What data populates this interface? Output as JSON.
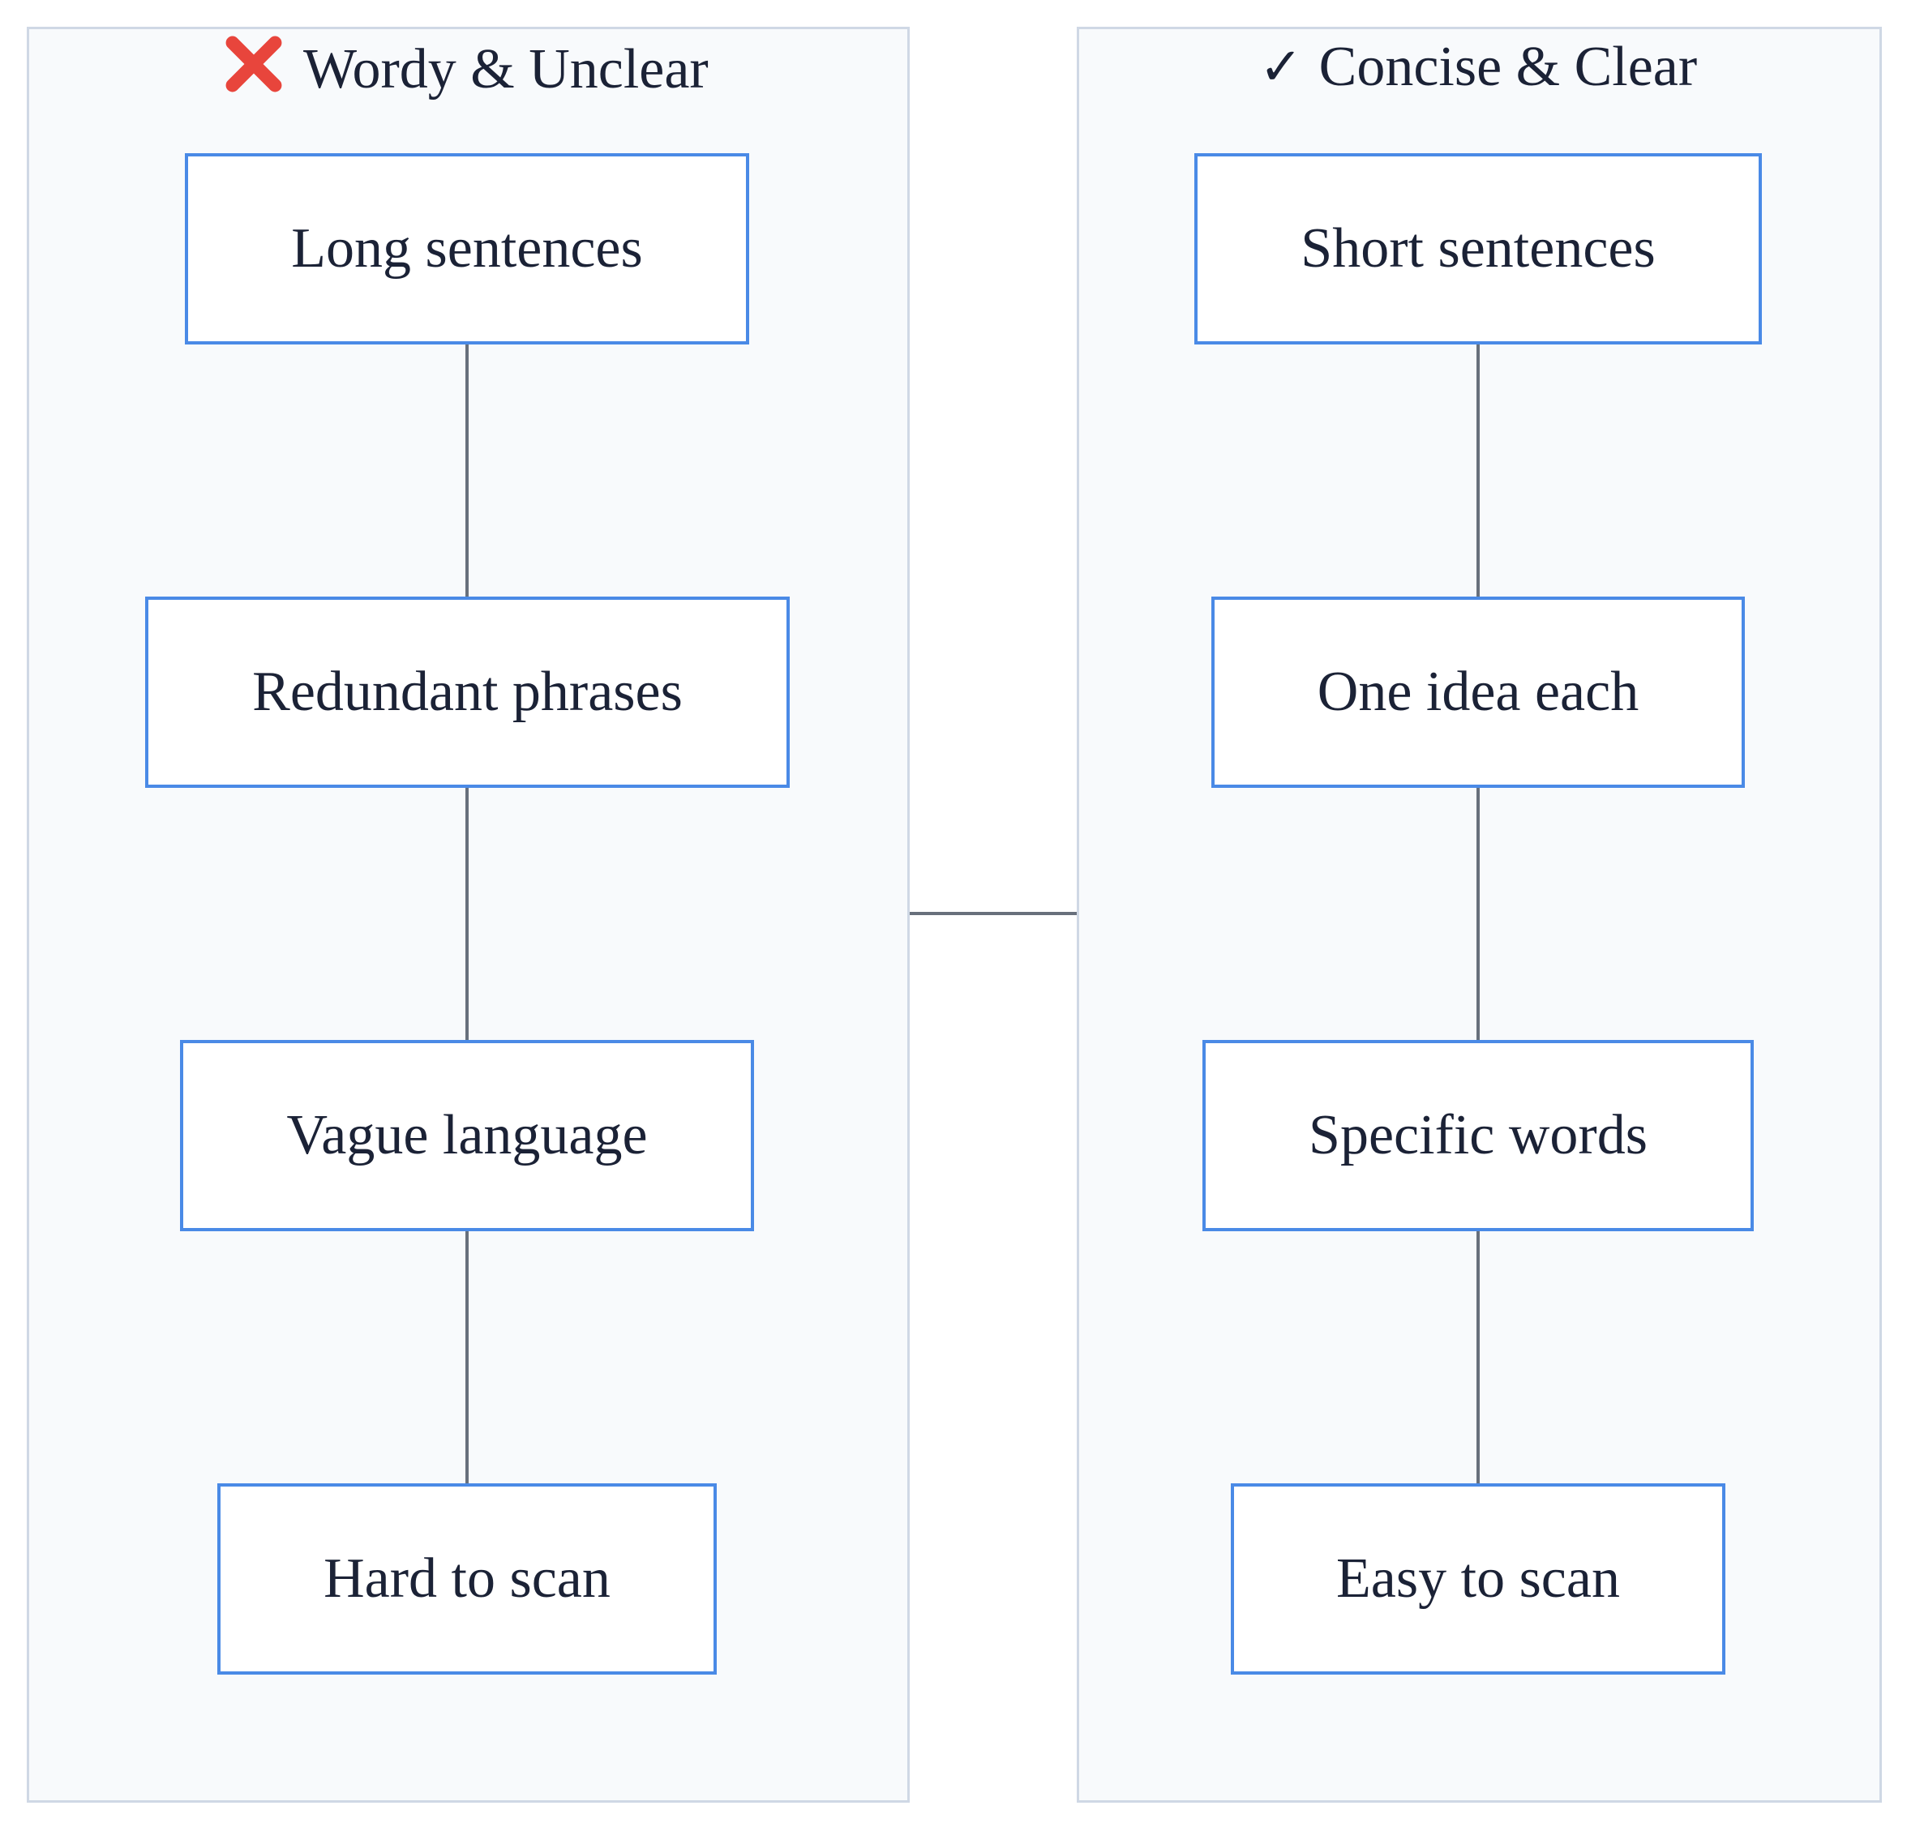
{
  "left": {
    "title": "Wordy & Unclear",
    "icon": "cross-mark-icon",
    "icon_color": "#e8453c",
    "nodes": [
      "Long sentences",
      "Redundant phrases",
      "Vague language",
      "Hard to scan"
    ]
  },
  "right": {
    "title": "Concise & Clear",
    "icon": "check-mark-icon",
    "icon_glyph": "✓",
    "nodes": [
      "Short sentences",
      "One idea each",
      "Specific words",
      "Easy to scan"
    ]
  },
  "colors": {
    "panel_background": "#f8fafc",
    "panel_border": "#cfd8e5",
    "node_border": "#4a8ae6",
    "edge": "#68707c",
    "text": "#1b2236"
  }
}
